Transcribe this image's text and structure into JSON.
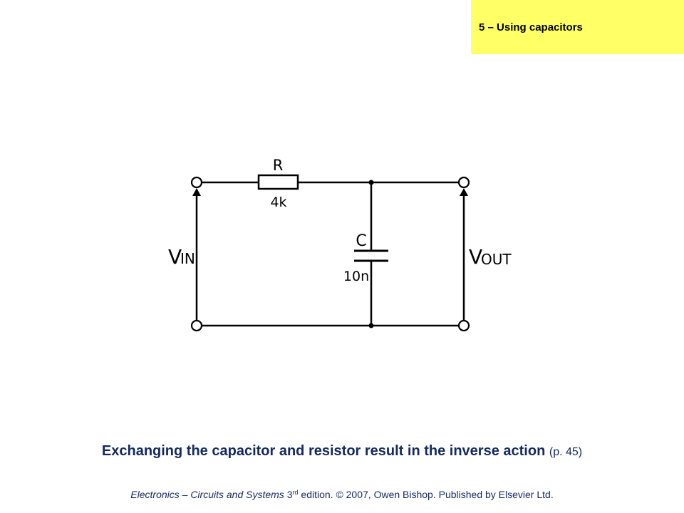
{
  "header": {
    "chapter_title": "5 – Using capacitors"
  },
  "circuit": {
    "resistor": {
      "label": "R",
      "value": "4k"
    },
    "capacitor": {
      "label": "C",
      "value": "10n"
    },
    "input_voltage": {
      "main": "V",
      "sub": "IN"
    },
    "output_voltage": {
      "main": "V",
      "sub": "OUT"
    }
  },
  "caption": {
    "text": "Exchanging the capacitor and resistor result in the inverse action",
    "page_ref": "(p. 45)"
  },
  "footer": {
    "book_title": "Electronics – Circuits and Systems",
    "edition_num": "3",
    "edition_sup": "rd",
    "rest": "edition. © 2007, Owen Bishop. Published by Elsevier Ltd."
  },
  "colors": {
    "chapter_box": "#ffff66",
    "caption_text": "#14295e",
    "circuit_line": "#000000"
  }
}
